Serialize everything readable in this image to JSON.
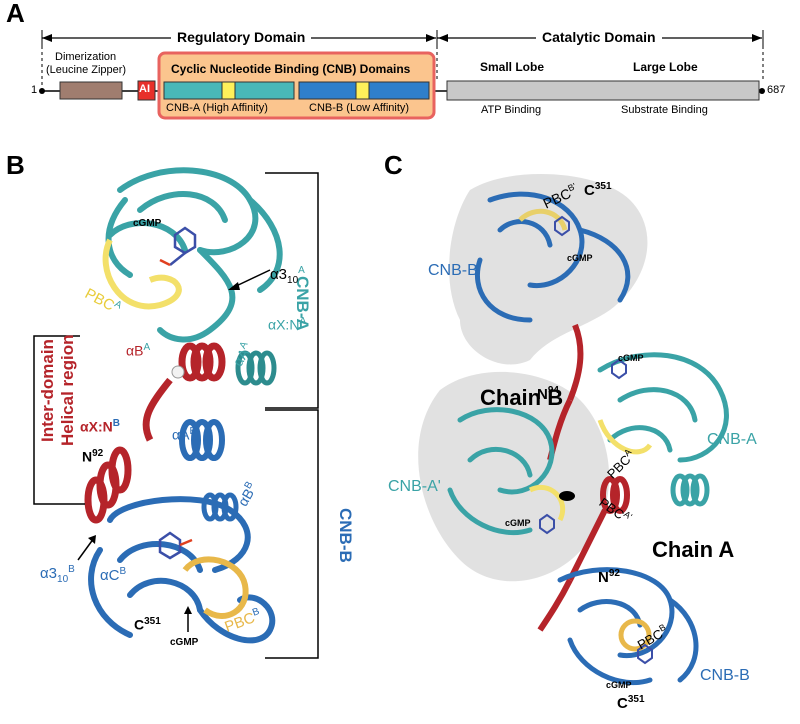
{
  "panel_a": {
    "letter": "A",
    "regulatory_label": "Regulatory Domain",
    "catalytic_label": "Catalytic Domain",
    "start_residue": "1",
    "end_residue": "687",
    "dimerization_line1": "Dimerization",
    "dimerization_line2": "(Leucine Zipper)",
    "ai_label": "AI",
    "cnb_title": "Cyclic Nucleotide Binding (CNB) Domains",
    "cnb_a_label": "CNB-A (High Affinity)",
    "cnb_b_label": "CNB-B (Low Affinity)",
    "small_lobe": "Small Lobe",
    "large_lobe": "Large Lobe",
    "atp_binding": "ATP Binding",
    "substrate_binding": "Substrate Binding",
    "colors": {
      "dimerization": "#a07d6f",
      "ai": "#e8302a",
      "cnb_bg": "#fbc58e",
      "cnb_border": "#e8635f",
      "cnb_a": "#49b8b8",
      "cnb_b": "#2f7fcb",
      "pbc": "#fff05a",
      "catalytic": "#c8c8c8"
    }
  },
  "panel_b": {
    "letter": "B",
    "cnb_a": "CNB-A",
    "cnb_b": "CNB-B",
    "inter_domain_1": "Inter-domain",
    "inter_domain_2": "Helical region",
    "cgmp_top": "cGMP",
    "cgmp_bottom": "cGMP",
    "pbc_a": "PBC",
    "pbc_a_sup": "A",
    "pbc_b": "PBC",
    "pbc_b_sup": "B",
    "a310_a": "α3",
    "a310_a_sub": "10",
    "a310_a_sup": "A",
    "axn_a": "αX:N",
    "axn_a_sup": "A",
    "aa_a": "αA",
    "aa_a_sup": "A",
    "ab_a": "αB",
    "ab_a_sup": "A",
    "axn_b": "αX:N",
    "axn_b_sup": "B",
    "n92": "N",
    "n92_sup": "92",
    "aa_b": "αA",
    "aa_b_sup": "B",
    "bb_b": "αB",
    "bb_b_sup": "B",
    "a310_b": "α3",
    "a310_b_sub": "10",
    "a310_b_sup": "B",
    "ac_b": "αC",
    "ac_b_sup": "B",
    "c351": "C",
    "c351_sup": "351"
  },
  "panel_c": {
    "letter": "C",
    "chain_b": "Chain B",
    "chain_a": "Chain A",
    "cnb_b_prime": "CNB-B'",
    "cnb_a_prime": "CNB-A'",
    "cnb_a": "CNB-A",
    "cnb_b": "CNB-B",
    "pbc_b_prime": "PBC",
    "pbc_b_prime_sup": "B'",
    "c351_top": "C",
    "c351_top_sup": "351",
    "cgmp_1": "cGMP",
    "cgmp_2": "cGMP",
    "cgmp_3": "cGMP",
    "cgmp_4": "cGMP",
    "n94": "N",
    "n94_sup": "94",
    "pbc_a": "PBC",
    "pbc_a_sup": "A",
    "pbc_a_prime": "PBC",
    "pbc_a_prime_sup": "A'",
    "n92": "N",
    "n92_sup": "92",
    "pbc_b": "PBC",
    "pbc_b_sup": "B",
    "c351_bottom": "C",
    "c351_bottom_sup": "351"
  }
}
